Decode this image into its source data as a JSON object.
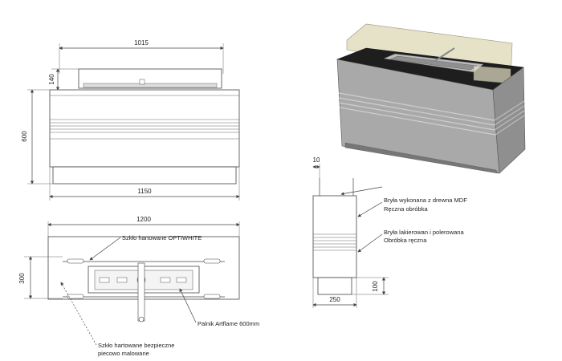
{
  "dimensions": {
    "front_width_top": "1015",
    "front_glass_height": "140",
    "front_height": "600",
    "front_width_bottom": "1150",
    "top_width": "1200",
    "top_depth": "300",
    "side_glass_offset": "10",
    "side_base_height": "100",
    "side_depth": "250"
  },
  "labels": {
    "glass_optiwhite": "Szkło hartowane OPTIWHITE",
    "burner": "Palnik Artflame 600mm",
    "glass_painted_line1": "Szkło hartowane bezpieczne",
    "glass_painted_line2": "piecowo malowane",
    "mdf_line1": "Bryła wykonana z drewna MDF",
    "mdf_line2": "Ręczna obróbka",
    "lacquer_line1": "Bryła lakierowan i polerowana",
    "lacquer_line2": "Obróbka ręczna"
  },
  "colors": {
    "line": "#444444",
    "glass": "#e6e2c8",
    "body_front": "#a9a9a9",
    "body_side": "#8f8f8f",
    "body_top": "#1e1e1e"
  }
}
